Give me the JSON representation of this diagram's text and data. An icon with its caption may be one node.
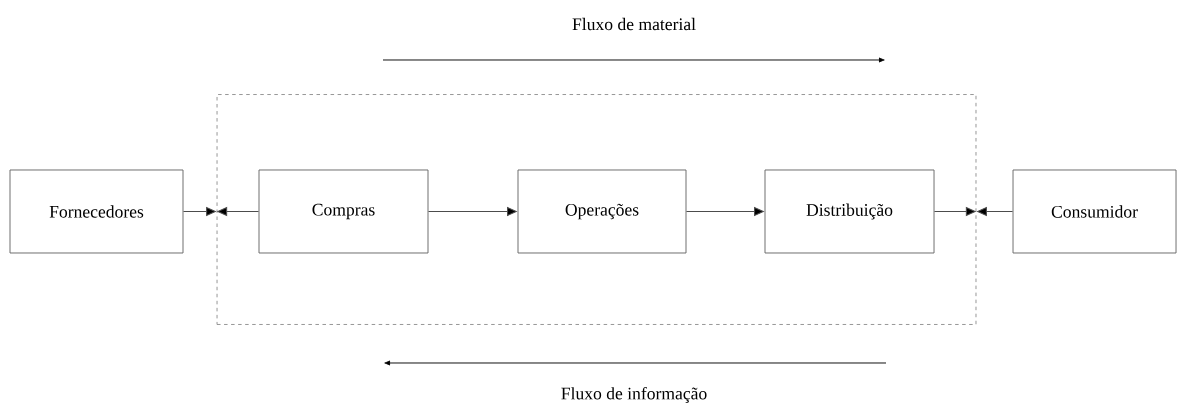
{
  "diagram": {
    "nodes": [
      {
        "text": [
          "Fornecedores"
        ]
      },
      {
        "text": [],
        "shape": "box"
      },
      {
        "text": [
          "Compras"
        ],
        "in": 1
      },
      {
        "text": [
          "Operações"
        ],
        "in": 1
      },
      {
        "text": [
          "Distribuição"
        ],
        "in": 1
      },
      {
        "text": [
          "Consumidor"
        ]
      }
    ],
    "edges": [
      {
        "from": 0,
        "to": 1,
        "arrow": "to"
      },
      {
        "from": 2,
        "to": 1,
        "arrow": "to"
      },
      {
        "from": 2,
        "to": 3,
        "arrow": "to"
      },
      {
        "from": 3,
        "to": 4,
        "arrow": "to"
      },
      {
        "from": 4,
        "to": 1,
        "arrow": "to"
      },
      {
        "from": 5,
        "to": 1,
        "arrow": "to"
      }
    ],
    "labels": [
      "Fluxo de material",
      "Fluxo de informação"
    ]
  }
}
